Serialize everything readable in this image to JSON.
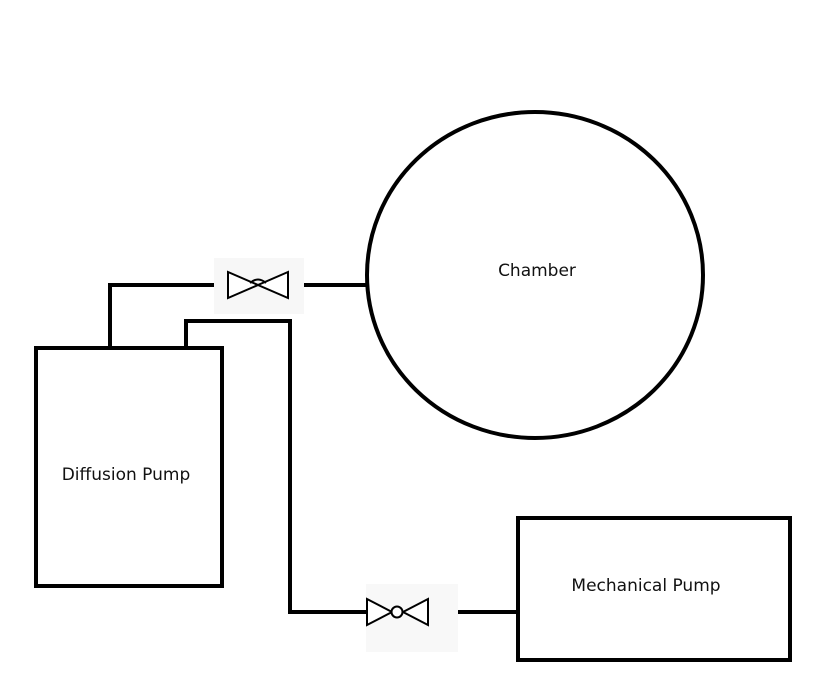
{
  "diagram": {
    "title": "Vacuum system schematic",
    "components": {
      "chamber": {
        "label": "Chamber",
        "shape": "circle"
      },
      "diffusion_pump": {
        "label": "Diffusion Pump",
        "shape": "rectangle"
      },
      "mechanical_pump": {
        "label": "Mechanical Pump",
        "shape": "rectangle"
      }
    },
    "valves": [
      {
        "id": "high-vacuum-valve",
        "between": [
          "diffusion_pump",
          "chamber"
        ]
      },
      {
        "id": "foreline-valve",
        "between": [
          "diffusion_pump",
          "mechanical_pump"
        ]
      }
    ],
    "colors": {
      "stroke": "#000000",
      "background": "#ffffff",
      "text": "#111111"
    }
  }
}
